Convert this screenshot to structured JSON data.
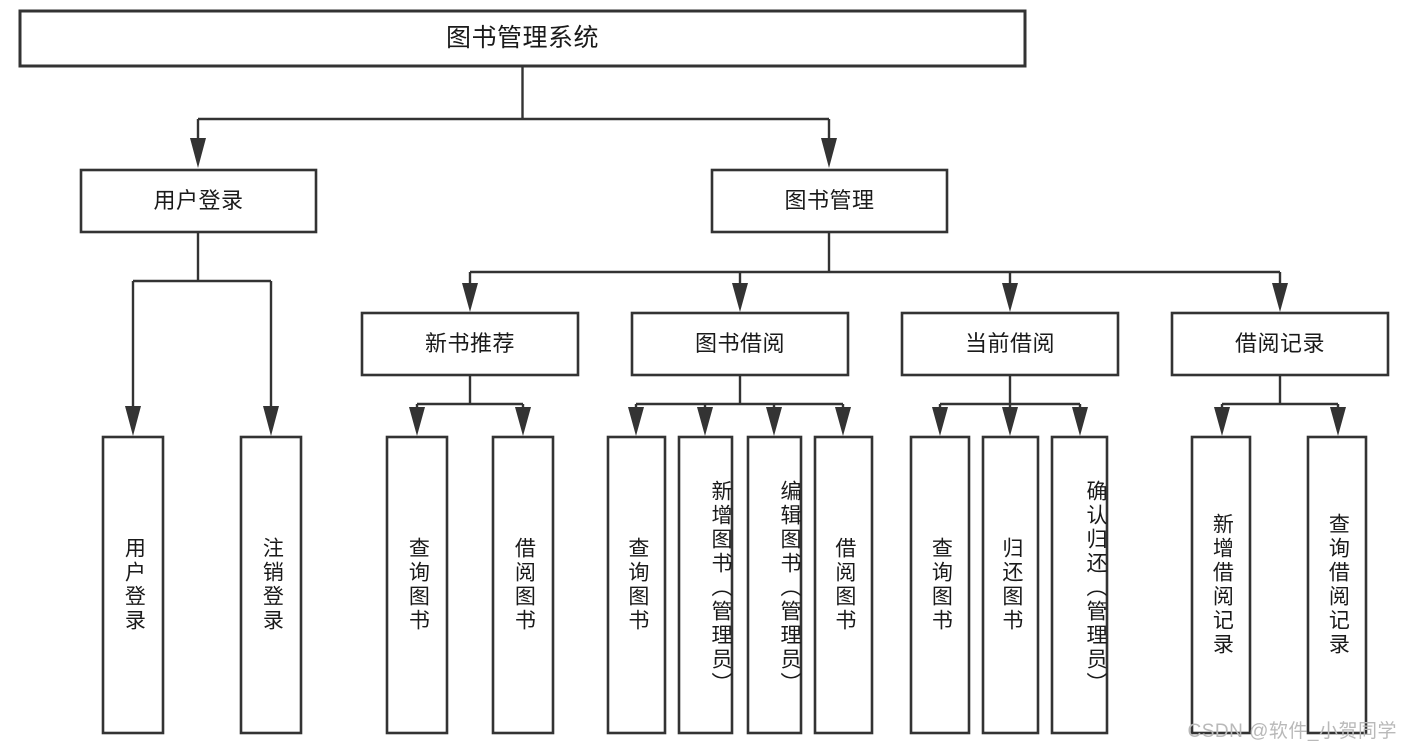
{
  "diagram": {
    "type": "tree",
    "title": "图书管理系统",
    "orientation": "top-down",
    "colors": {
      "box_stroke": "#333333",
      "box_fill": "#ffffff",
      "connector": "#333333",
      "text": "#1a1a1a",
      "background": "#ffffff",
      "watermark": "#b9b9b9"
    },
    "watermark": "CSDN @软件_小贺同学",
    "nodes": {
      "root": {
        "label": "图书管理系统"
      },
      "level2": [
        {
          "label": "用户登录"
        },
        {
          "label": "图书管理"
        }
      ],
      "level3": [
        {
          "label": "新书推荐"
        },
        {
          "label": "图书借阅"
        },
        {
          "label": "当前借阅"
        },
        {
          "label": "借阅记录"
        }
      ],
      "leaves": {
        "user_login": [
          {
            "label": "用户登录"
          },
          {
            "label": "注销登录"
          }
        ],
        "new_book_recommend": [
          {
            "label": "查询图书"
          },
          {
            "label": "借阅图书"
          }
        ],
        "book_borrow": [
          {
            "label": "查询图书"
          },
          {
            "label": "新增图书（管理员）"
          },
          {
            "label": "编辑图书（管理员）"
          },
          {
            "label": "借阅图书"
          }
        ],
        "current_borrow": [
          {
            "label": "查询图书"
          },
          {
            "label": "归还图书"
          },
          {
            "label": "确认归还（管理员）"
          }
        ],
        "borrow_record": [
          {
            "label": "新增借阅记录"
          },
          {
            "label": "查询借阅记录"
          }
        ]
      }
    }
  }
}
